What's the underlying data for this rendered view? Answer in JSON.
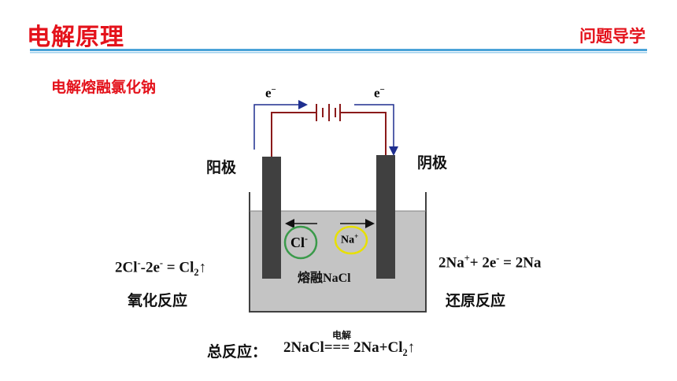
{
  "header": {
    "title": "电解原理",
    "section_tag": "问题导学",
    "accent_color": "#e4121b",
    "rule_color": "#4aa3d8"
  },
  "subtitle": "电解熔融氯化钠",
  "diagram": {
    "electron_left": "e",
    "electron_right": "e",
    "electron_sup": "−",
    "anode_label": "阳极",
    "cathode_label": "阴极",
    "ion_left": "Cl",
    "ion_left_charge": "-",
    "ion_right": "Na",
    "ion_right_charge": "+",
    "melt_cn": "熔融",
    "melt_formula": "NaCl",
    "ion_left_color": "#3a9a4a",
    "ion_right_color": "#e8e000"
  },
  "oxidation": {
    "eq_a": "2Cl",
    "eq_a_sup": "-",
    "eq_b": "-2e",
    "eq_b_sup": "-",
    "eq_c": " = Cl",
    "eq_c_sub": "2",
    "arrow": "↑",
    "type": "氧化反应"
  },
  "reduction": {
    "eq_a": "2Na",
    "eq_a_sup": "+",
    "eq_b": "+ 2e",
    "eq_b_sup": "-",
    "eq_c": " = 2Na",
    "type": "还原反应"
  },
  "total": {
    "label": "总反应：",
    "condition": "电解",
    "eq_a": "2NaCl=== 2Na+Cl",
    "eq_sub": "2",
    "arrow": "↑"
  }
}
